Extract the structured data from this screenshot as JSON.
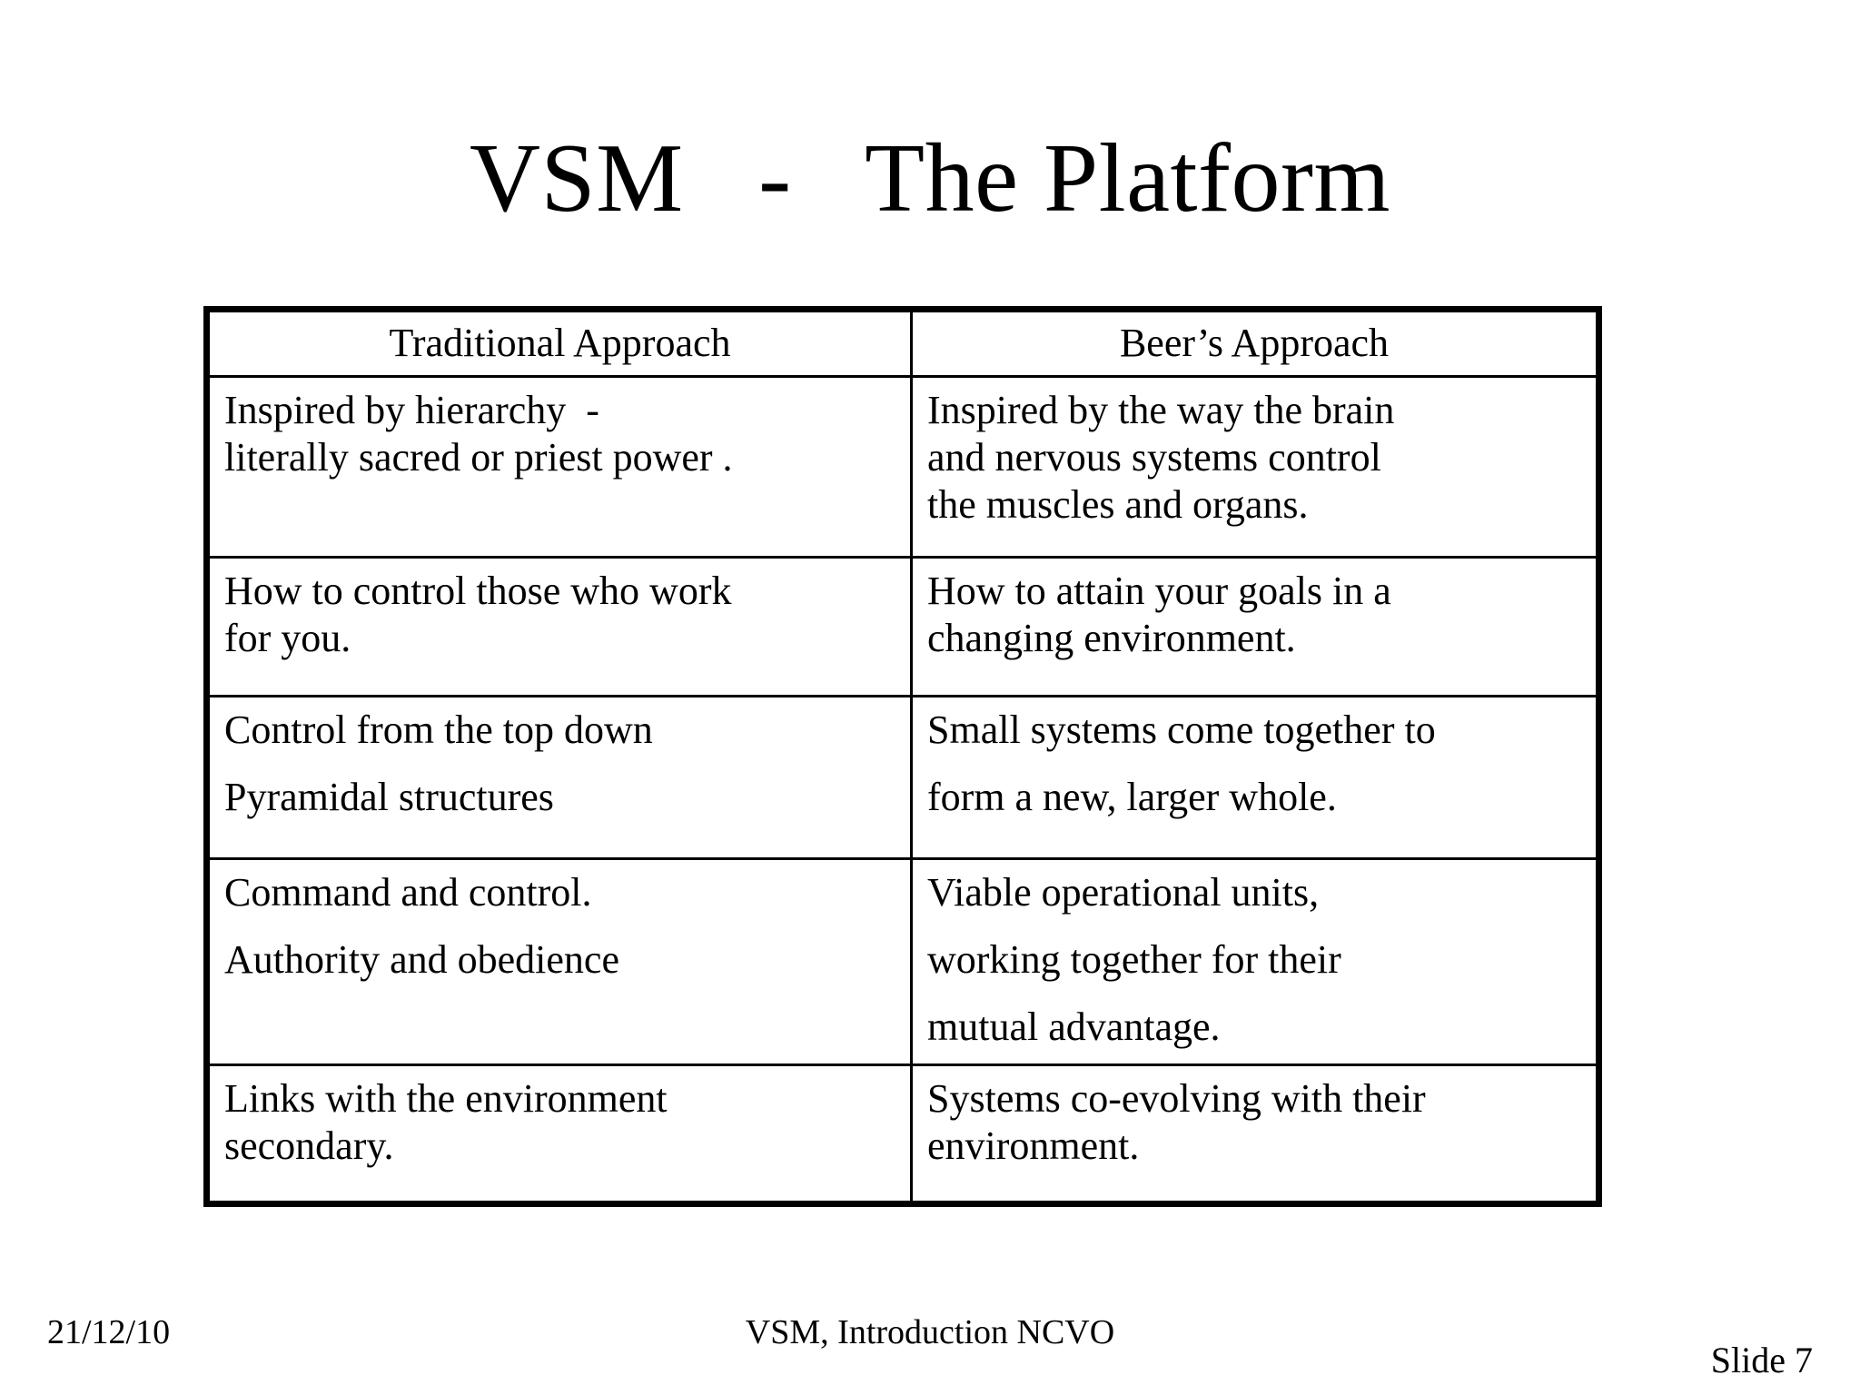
{
  "slide": {
    "title": "VSM   -   The Platform",
    "background_color": "#ffffff",
    "text_color": "#000000"
  },
  "table": {
    "headers": [
      "Traditional Approach",
      "Beer’s Approach"
    ],
    "rows": [
      {
        "traditional": [
          "Inspired by hierarchy  -",
          "literally sacred or priest power ."
        ],
        "beers": [
          "Inspired by the way the brain",
          "and nervous systems control",
          "the muscles and organs."
        ],
        "spacing": "tight"
      },
      {
        "traditional": [
          "How to control those who work",
          "for you."
        ],
        "beers": [
          "How to attain your goals in a",
          "changing environment."
        ],
        "spacing": "tight"
      },
      {
        "traditional": [
          "Control from the top down",
          "Pyramidal structures"
        ],
        "beers": [
          "Small systems come together to",
          "form a new, larger whole."
        ],
        "spacing": "loose"
      },
      {
        "traditional": [
          "Command and control.",
          "Authority and obedience"
        ],
        "beers": [
          "Viable operational units,",
          "working together for their",
          "mutual advantage."
        ],
        "spacing": "loose"
      },
      {
        "traditional": [
          "Links with the environment",
          "secondary."
        ],
        "beers": [
          "Systems co-evolving with their",
          "environment."
        ],
        "spacing": "tight"
      }
    ]
  },
  "footer": {
    "date": "21/12/10",
    "center": "VSM, Introduction NCVO",
    "slide_number": "Slide 7"
  }
}
